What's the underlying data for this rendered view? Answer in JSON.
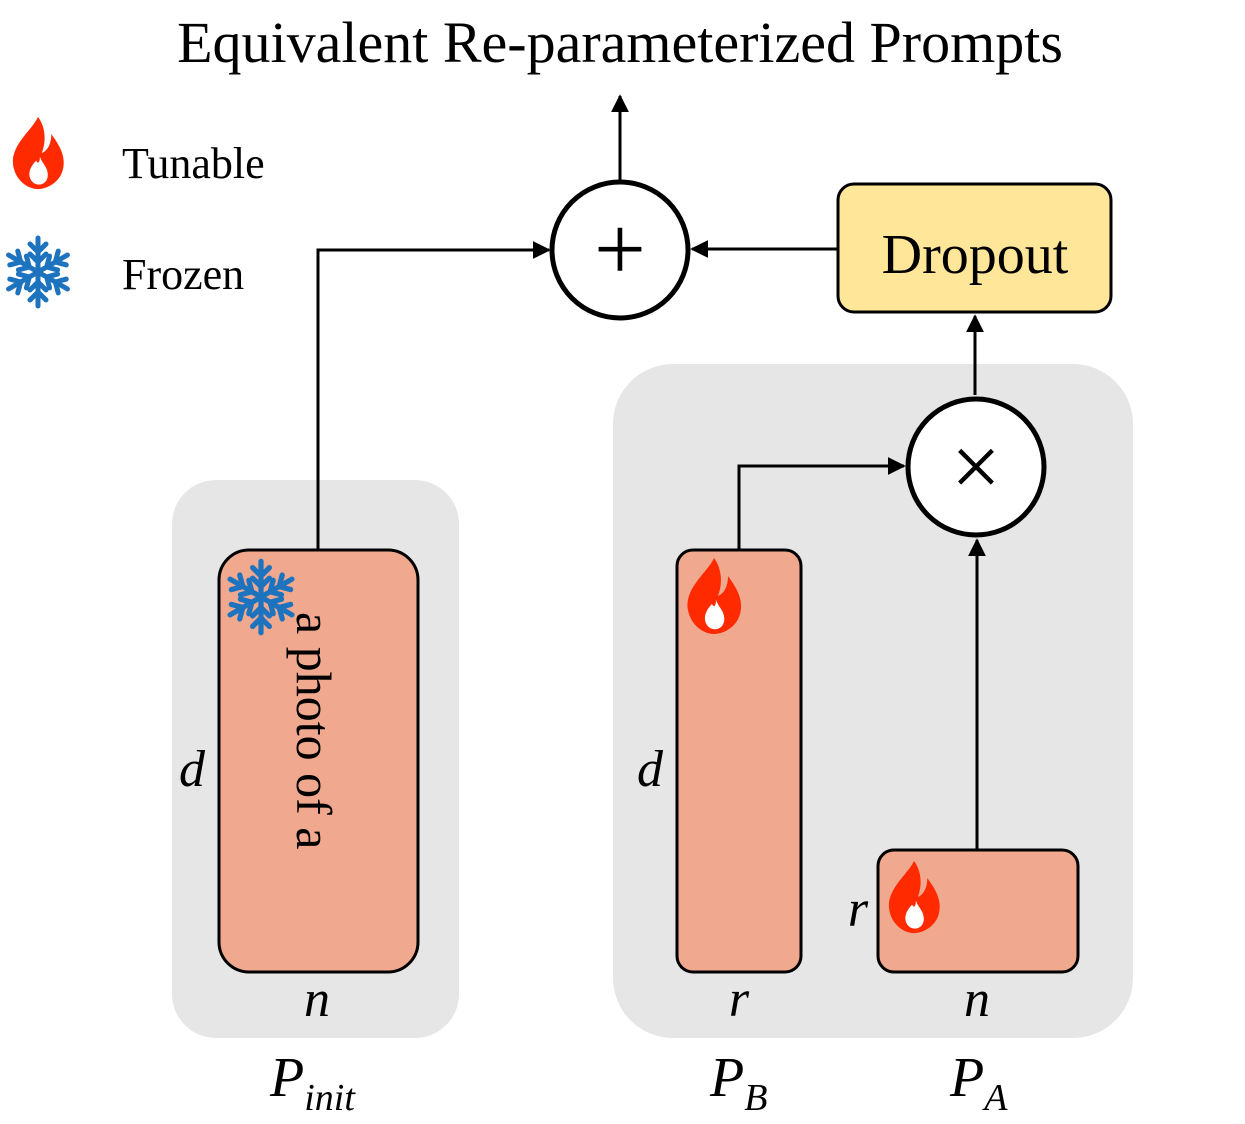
{
  "title": "Equivalent Re-parameterized Prompts",
  "legend": {
    "tunable_label": "Tunable",
    "frozen_label": "Frozen",
    "tunable_icon": "flame-icon",
    "frozen_icon": "snowflake-icon"
  },
  "blocks": {
    "p_init": {
      "text": "a photo of a",
      "height_label": "d",
      "width_label": "n",
      "name_main": "P",
      "name_sub": "init",
      "state": "frozen"
    },
    "p_b": {
      "height_label": "d",
      "width_label": "r",
      "name_main": "P",
      "name_sub": "B",
      "state": "tunable"
    },
    "p_a": {
      "height_label": "r",
      "width_label": "n",
      "name_main": "P",
      "name_sub": "A",
      "state": "tunable"
    }
  },
  "ops": {
    "add_symbol": "+",
    "multiply_symbol": "×",
    "dropout_label": "Dropout"
  },
  "colors": {
    "block_fill": "#F0A88F",
    "group_bg": "#E6E6E6",
    "dropout_fill": "#FFE699",
    "flame": "#FF2A00",
    "snowflake": "#1E73BE",
    "stroke": "#000000"
  }
}
